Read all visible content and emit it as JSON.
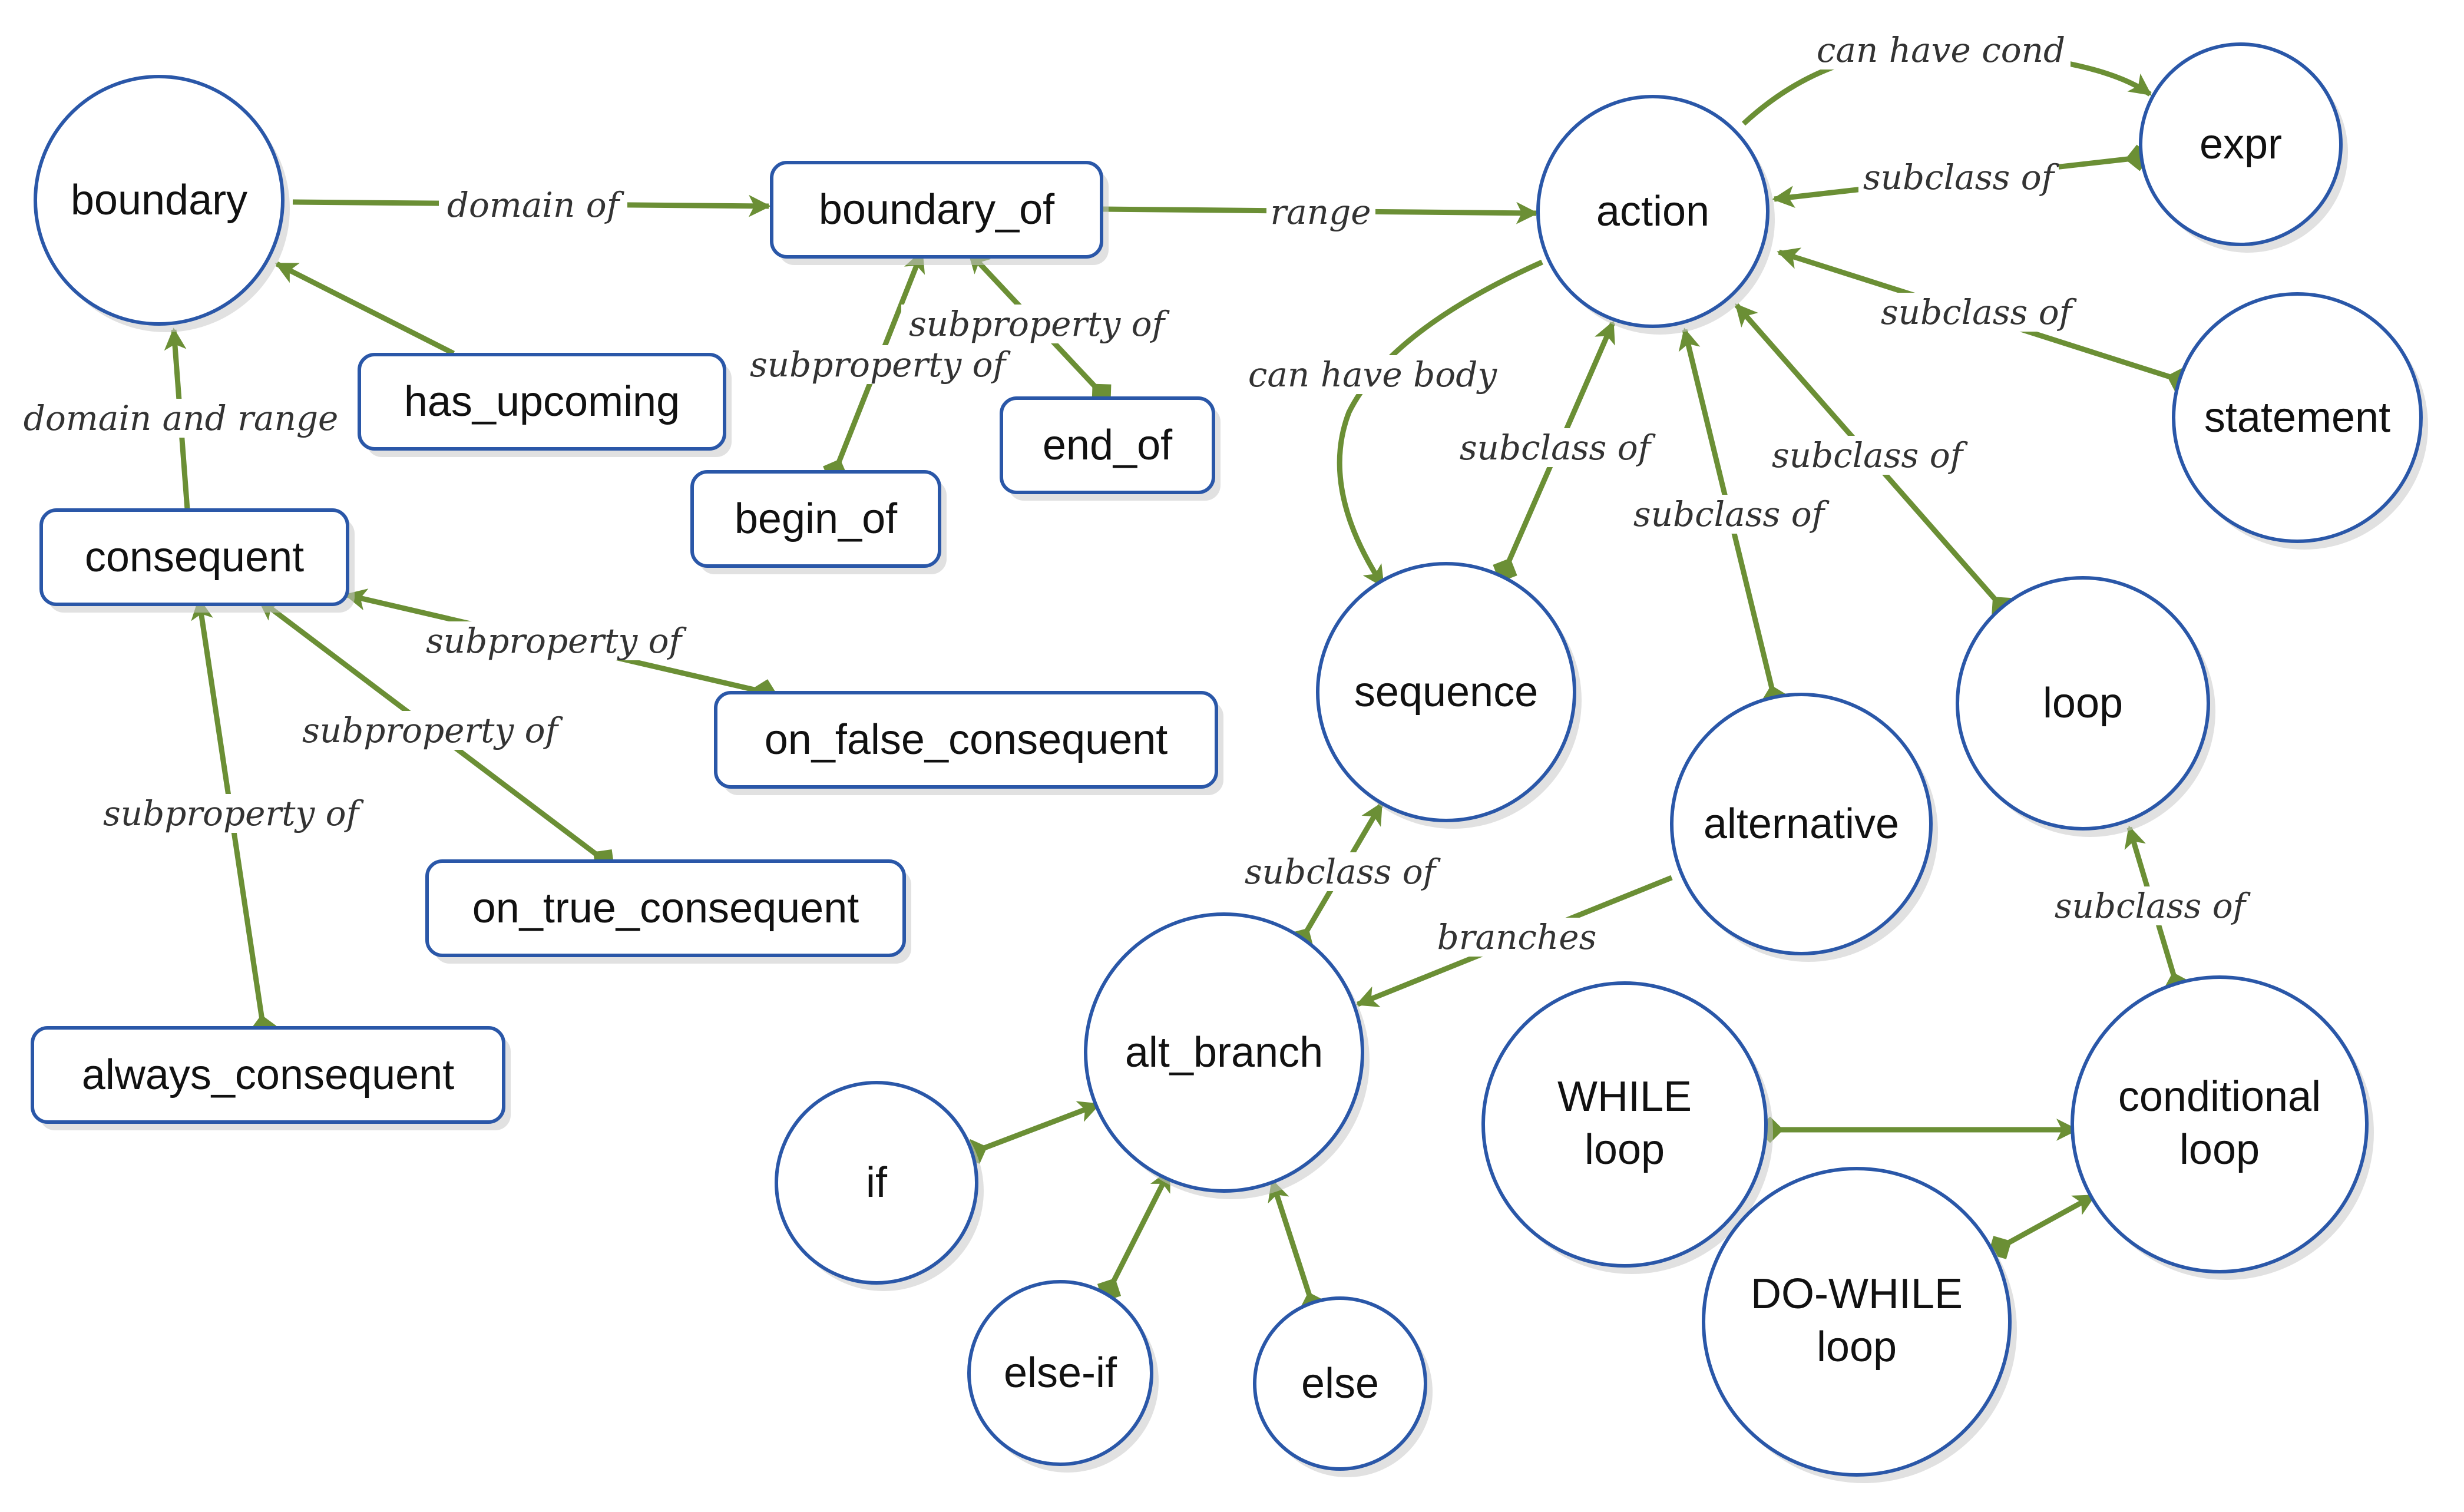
{
  "nodes": {
    "boundary": "boundary",
    "boundary_of": "boundary_of",
    "action": "action",
    "expr": "expr",
    "statement": "statement",
    "has_upcoming": "has_upcoming",
    "begin_of": "begin_of",
    "end_of": "end_of",
    "consequent": "consequent",
    "on_false_consequent": "on_false_consequent",
    "on_true_consequent": "on_true_consequent",
    "always_consequent": "always_consequent",
    "sequence": "sequence",
    "alternative": "alternative",
    "loop": "loop",
    "alt_branch": "alt_branch",
    "if": "if",
    "else_if": "else-if",
    "else": "else",
    "while_loop": [
      "WHILE",
      "loop"
    ],
    "do_while_loop": [
      "DO-WHILE",
      "loop"
    ],
    "conditional_loop": [
      "conditional",
      "loop"
    ]
  },
  "edge_labels": {
    "domain_of": "domain of",
    "range": "range",
    "can_have_cond": "can have cond",
    "subclass_of": "subclass of",
    "subproperty_of": "subproperty of",
    "domain_and_range": "domain and range",
    "can_have_body": "can have body",
    "branches": "branches"
  },
  "colors": {
    "node_border": "#2a57a8",
    "edge": "#6b8f35",
    "label_text": "#333333"
  }
}
